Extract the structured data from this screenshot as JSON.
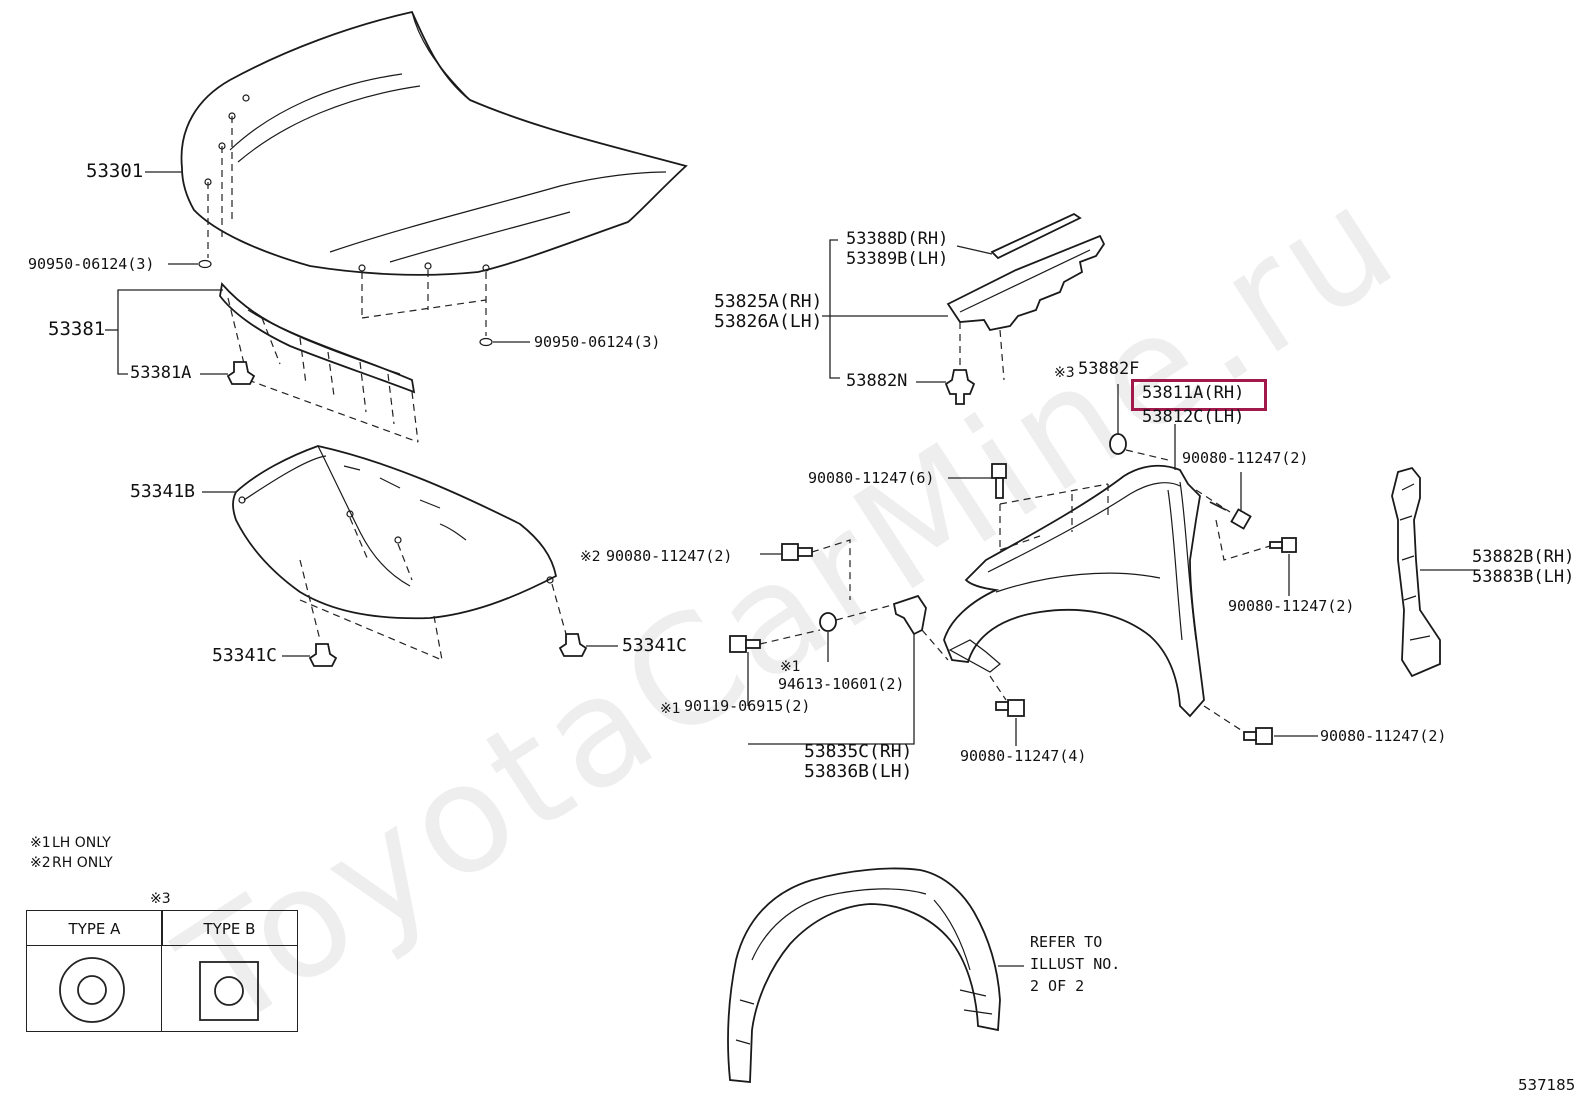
{
  "watermark": "ToyotaCarMine.ru",
  "diagram_number": "537185",
  "labels": {
    "hood": "53301",
    "hood_bolt_1": "90950-06124(3)",
    "hood_bolt_2": "90950-06124(3)",
    "seal": "53381",
    "seal_clip": "53381A",
    "insulator": "53341B",
    "insulator_clip_left": "53341C",
    "insulator_clip_right": "53341C",
    "cowl_seal_rh": "53388D(RH)",
    "cowl_seal_lh": "53389B(LH)",
    "fender_seal_rh": "53825A(RH)",
    "fender_seal_lh": "53826A(LH)",
    "clip_882n": "53882N",
    "clip_882f_mark": "※3",
    "clip_882f": "53882F",
    "fender_rh": "53811A(RH)",
    "fender_lh": "53812C(LH)",
    "bolt_top_right": "90080-11247(2)",
    "bolt_top_6": "90080-11247(6)",
    "bolt_rh_mark": "※2",
    "bolt_rh_only": "90080-11247(2)",
    "bolt_mid_right": "90080-11247(2)",
    "bolt_bottom_4": "90080-11247(4)",
    "bolt_bottom_right": "90080-11247(2)",
    "washer_mark": "※1",
    "washer": "94613-10601(2)",
    "screw_mark": "※1",
    "screw": "90119-06915(2)",
    "bracket_rh": "53835C(RH)",
    "bracket_lh": "53836B(LH)",
    "pillar_seal_rh": "53882B(RH)",
    "pillar_seal_lh": "53883B(LH)",
    "refer_line1": "REFER TO",
    "refer_line2": "ILLUST NO.",
    "refer_line3": "2 OF 2"
  },
  "notes": {
    "note1_mark": "※1",
    "note1": "LH ONLY",
    "note2_mark": "※2",
    "note2": "RH ONLY"
  },
  "type_table": {
    "mark": "※3",
    "col_a": "TYPE A",
    "col_b": "TYPE B"
  },
  "highlight_color": "#a0194a"
}
